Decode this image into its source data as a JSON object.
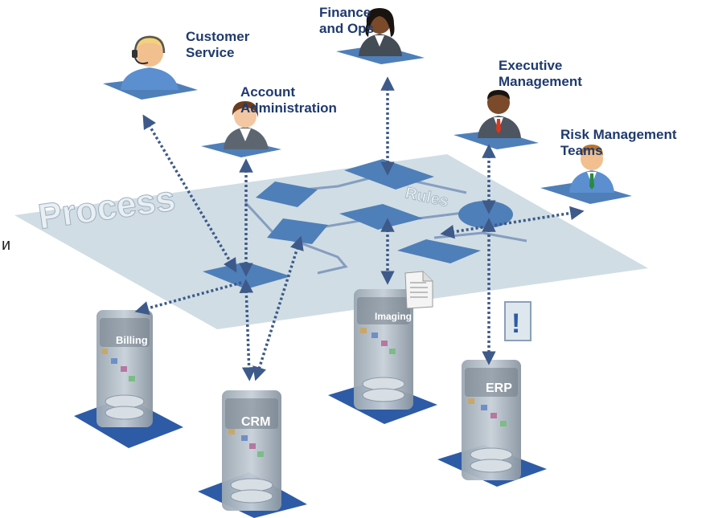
{
  "labels": {
    "customer_service": [
      "Customer",
      "Service"
    ],
    "finance_ops": [
      "Finance",
      "and Ops"
    ],
    "account_admin": [
      "Account",
      "Administration"
    ],
    "executive_mgmt": [
      "Executive",
      "Management"
    ],
    "risk_mgmt": [
      "Risk Management",
      "Teams"
    ]
  },
  "plane": {
    "process": "Process",
    "rules": "Rules"
  },
  "servers": {
    "billing": "Billing",
    "crm": "CRM",
    "imaging": "Imaging",
    "erp": "ERP"
  },
  "alert_symbol": "!",
  "stray_char": "и",
  "colors": {
    "plane": "#c8d7df",
    "node": "#4f7fb8",
    "pad": "#2e5ba6",
    "arrow": "#3d5a8a",
    "label": "#1f3a6e"
  },
  "icons": [
    "headset-person-icon",
    "person-icon",
    "document-icon",
    "alert-icon",
    "server-icon"
  ]
}
